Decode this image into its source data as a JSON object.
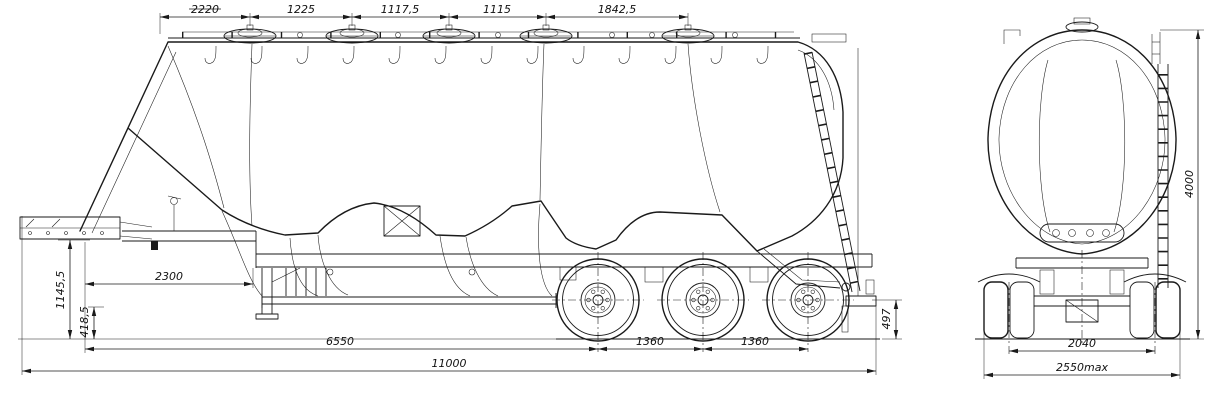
{
  "meta": {
    "description": "Dimensioned engineering line drawing of a three-axle cement tanker semi-trailer: side view on the left, rear view on the right",
    "units": "mm",
    "ink_color": "#1a1a1a",
    "background_color": "#ffffff"
  },
  "side_view": {
    "d2220_struck_out": true,
    "dims": {
      "d2220": "2220",
      "d1225": "1225",
      "d1117_5": "1117,5",
      "d1115": "1115",
      "d1842_5": "1842,5",
      "d1145_5": "1145,5",
      "d2300": "2300",
      "d418_5": "418,5",
      "d6550": "6550",
      "d1360_a": "1360",
      "d1360_b": "1360",
      "d497": "497",
      "d11000": "11000"
    }
  },
  "rear_view": {
    "dims": {
      "d4000": "4000",
      "d2040": "2040",
      "d2550max": "2550max"
    }
  }
}
